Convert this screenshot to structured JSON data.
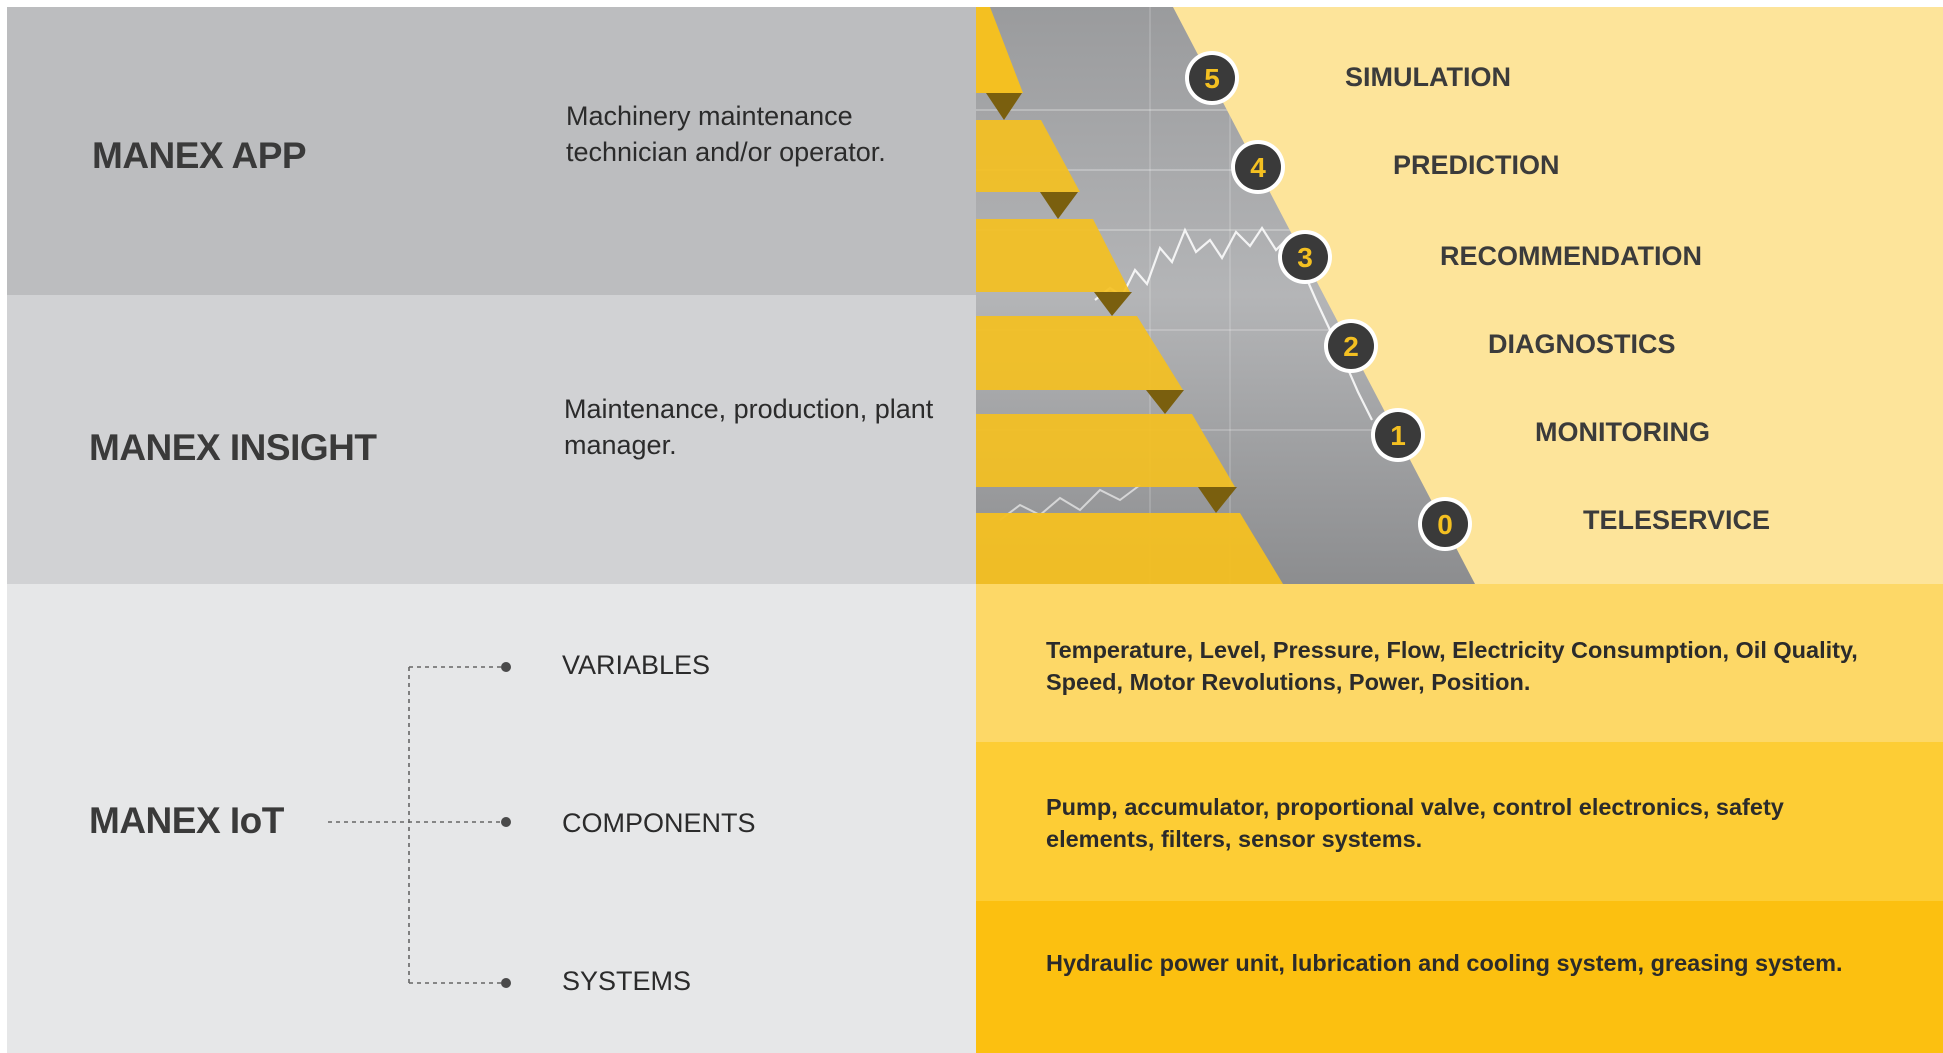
{
  "colors": {
    "app_band": "#bcbdbf",
    "insight_band": "#d1d2d4",
    "iot_band": "#e6e7e8",
    "cream": "#fde49a",
    "yellow_row1": "#fdd867",
    "yellow_row2": "#fdcd35",
    "yellow_row3": "#fcc010",
    "step_yellow": "#f4c021",
    "badge_bg": "#3a3a3a",
    "badge_ring": "#ffffff",
    "badge_digit": "#f4c021",
    "text_dark": "#3a3a3a"
  },
  "rows": [
    {
      "title": "MANEX APP",
      "description": "Machinery maintenance technician and/or operator."
    },
    {
      "title": "MANEX INSIGHT",
      "description": "Maintenance, production, plant manager."
    },
    {
      "title": "MANEX IoT"
    }
  ],
  "iot": {
    "branches": [
      {
        "label": "VARIABLES",
        "detail": "Temperature, Level, Pressure, Flow, Electricity Consumption, Oil Quality, Speed, Motor Revolutions, Power, Position."
      },
      {
        "label": "COMPONENTS",
        "detail": "Pump, accumulator, proportional valve, control electronics, safety elements, filters, sensor systems."
      },
      {
        "label": "SYSTEMS",
        "detail": "Hydraulic power unit, lubrication and cooling system, greasing system."
      }
    ]
  },
  "levels": [
    {
      "number": "5",
      "label": "SIMULATION"
    },
    {
      "number": "4",
      "label": "PREDICTION"
    },
    {
      "number": "3",
      "label": "RECOMMENDATION"
    },
    {
      "number": "2",
      "label": "DIAGNOSTICS"
    },
    {
      "number": "1",
      "label": "MONITORING"
    },
    {
      "number": "0",
      "label": "TELESERVICE"
    }
  ]
}
